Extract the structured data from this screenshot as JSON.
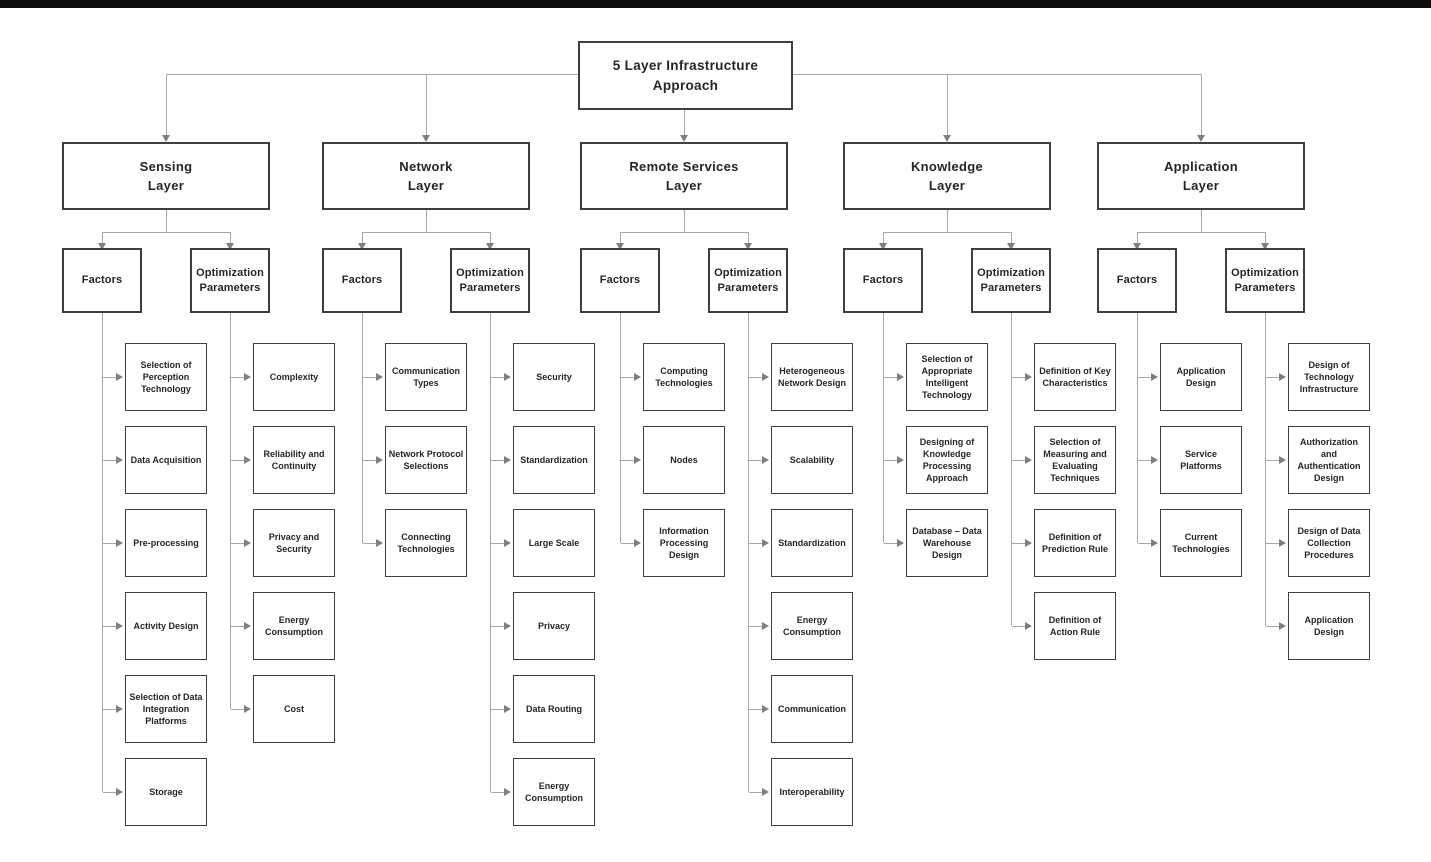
{
  "colors": {
    "box_border": "#3f3f3f",
    "connector_line": "#a8a8a8",
    "arrowhead": "#7f7f7f",
    "text": "#262626",
    "background": "#ffffff"
  },
  "diagram": {
    "root": "5 Layer Infrastructure\nApproach",
    "layers": [
      {
        "title": "Sensing\nLayer",
        "factors_label": "Factors",
        "optimization_label": "Optimization Parameters",
        "factors": [
          "Selection of Perception Technology",
          "Data Acquisition",
          "Pre-processing",
          "Activity Design",
          "Selection of Data Integration Platforms",
          "Storage"
        ],
        "optimization": [
          "Complexity",
          "Reliability and Continuity",
          "Privacy and Security",
          "Energy Consumption",
          "Cost"
        ]
      },
      {
        "title": "Network\nLayer",
        "factors_label": "Factors",
        "optimization_label": "Optimization Parameters",
        "factors": [
          "Communication Types",
          "Network Protocol Selections",
          "Connecting Technologies"
        ],
        "optimization": [
          "Security",
          "Standardization",
          "Large Scale",
          "Privacy",
          "Data Routing",
          "Energy Consumption"
        ]
      },
      {
        "title": "Remote Services\nLayer",
        "factors_label": "Factors",
        "optimization_label": "Optimization Parameters",
        "factors": [
          "Computing Technologies",
          "Nodes",
          "Information Processing Design"
        ],
        "optimization": [
          "Heterogeneous Network Design",
          "Scalability",
          "Standardization",
          "Energy Consumption",
          "Communication",
          "Interoperability"
        ]
      },
      {
        "title": "Knowledge\nLayer",
        "factors_label": "Factors",
        "optimization_label": "Optimization Parameters",
        "factors": [
          "Selection of Appropriate Intelligent Technology",
          "Designing of Knowledge Processing Approach",
          "Database – Data Warehouse Design"
        ],
        "optimization": [
          "Definition of Key Characteristics",
          "Selection of Measuring and Evaluating Techniques",
          "Definition of Prediction Rule",
          "Definition of Action Rule"
        ]
      },
      {
        "title": "Application\nLayer",
        "factors_label": "Factors",
        "optimization_label": "Optimization Parameters",
        "factors": [
          "Application Design",
          "Service Platforms",
          "Current Technologies"
        ],
        "optimization": [
          "Design of Technology Infrastructure",
          "Authorization and Authentication Design",
          "Design of Data Collection Procedures",
          "Application Design"
        ]
      }
    ]
  }
}
